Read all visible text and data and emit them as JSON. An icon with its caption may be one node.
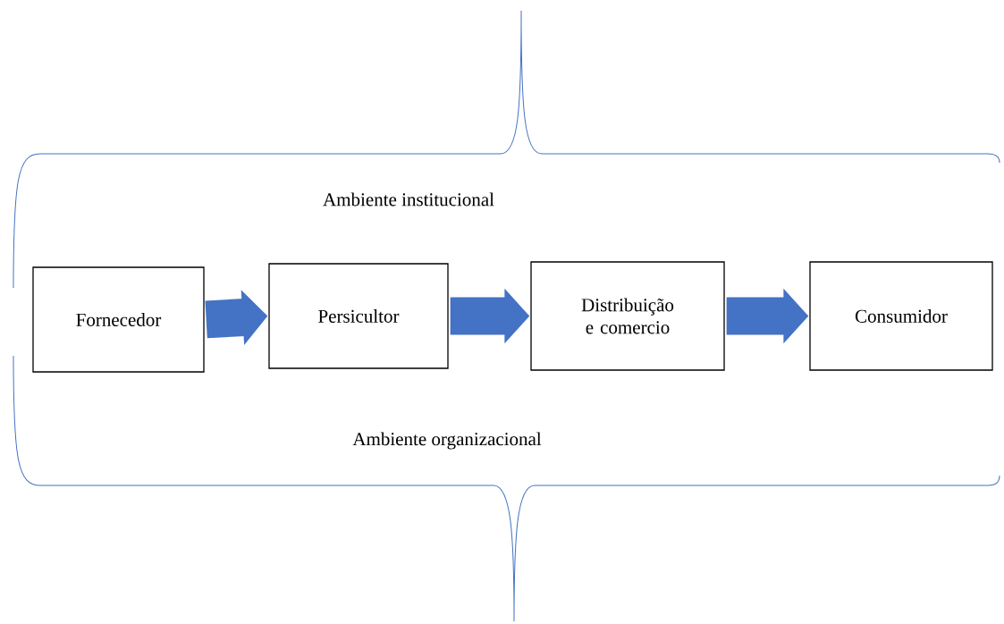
{
  "diagram": {
    "nodes": [
      {
        "text": [
          "Fornecedor"
        ]
      },
      {
        "text": [
          "Persicultor"
        ]
      },
      {
        "text": [
          "Distribuição e comercio"
        ]
      },
      {
        "text": [
          "Consumidor"
        ]
      }
    ],
    "edges": [
      {
        "from": 0,
        "to": 1,
        "arrow": "to"
      },
      {
        "from": 1,
        "to": 2,
        "arrow": "to"
      },
      {
        "from": 2,
        "to": 3,
        "arrow": "to"
      }
    ],
    "labels": [
      "Ambiente institucional",
      "Ambiente organizacional"
    ]
  }
}
